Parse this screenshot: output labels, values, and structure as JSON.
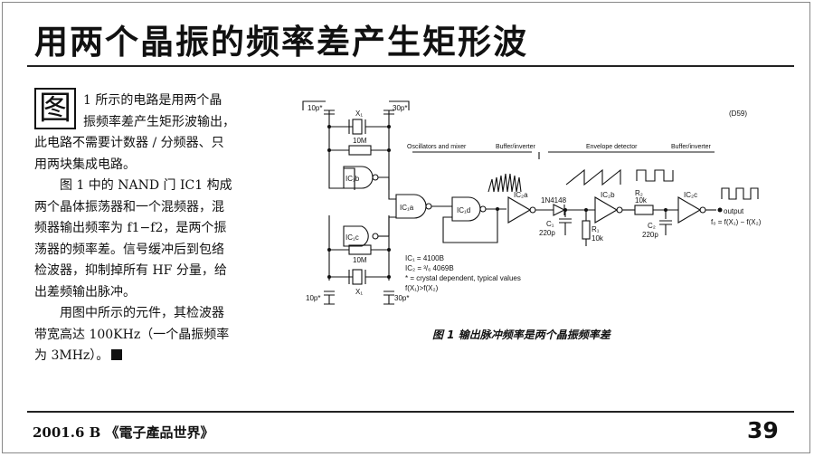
{
  "header": {
    "title": "用两个晶振的频率差产生矩形波"
  },
  "article": {
    "drop_cap": "图",
    "lines": [
      "1 所示的电路是用两个晶",
      "振频率差产生矩形波输出，",
      "此电路不需要计数器 / 分频器、只",
      "用两块集成电路。",
      "图 1 中的 NAND 门 IC1 构成",
      "两个晶体振荡器和一个混频器，混",
      "频器输出频率为 f1−f2，是两个振",
      "荡器的频率差。信号缓冲后到包络",
      "检波器，抑制掉所有 HF 分量，给",
      "出差频输出脉冲。",
      "用图中所示的元件，其检波器",
      "带宽高达 100KHz（一个晶振频率",
      "为 3MHz）。"
    ]
  },
  "figure": {
    "code": "(D59)",
    "sections": [
      "Oscillators and mixer",
      "Buffer/inverter",
      "Envelope detector",
      "Buffer/inverter"
    ],
    "labels": {
      "c_top_left": "10p*",
      "c_top_right": "30p*",
      "c_bot_left": "10p*",
      "c_bot_right": "30p*",
      "x_top": "X₁",
      "x_bot": "X₁",
      "r_top": "10M",
      "r_bot": "10M",
      "ic1b": "IC₁b",
      "ic1c": "IC₁c",
      "ic1a": "IC₁a",
      "ic1d": "IC₁d",
      "ic2a": "IC₂a",
      "ic2b": "IC₂b",
      "ic2c": "IC₂c",
      "diode": "1N4148",
      "c1": "C₁",
      "c1v": "220p",
      "r1": "R₁",
      "r1v": "10k",
      "r2": "R₂",
      "r2v": "10k",
      "c2": "C₂",
      "c2v": "220p",
      "output": "output",
      "fo": "f₀ = f(X₁) − f(X₂)"
    },
    "notes": [
      "IC₁ = 4100B",
      "IC₂ = ³/₆ 4069B",
      "* = crystal dependent, typical values",
      "f(X₁)>f(X₂)"
    ]
  },
  "caption": "图 1 输出脉冲频率是两个晶振频率差",
  "footer": {
    "issue": "2001.6 B 《電子產品世界》",
    "page": "39"
  }
}
